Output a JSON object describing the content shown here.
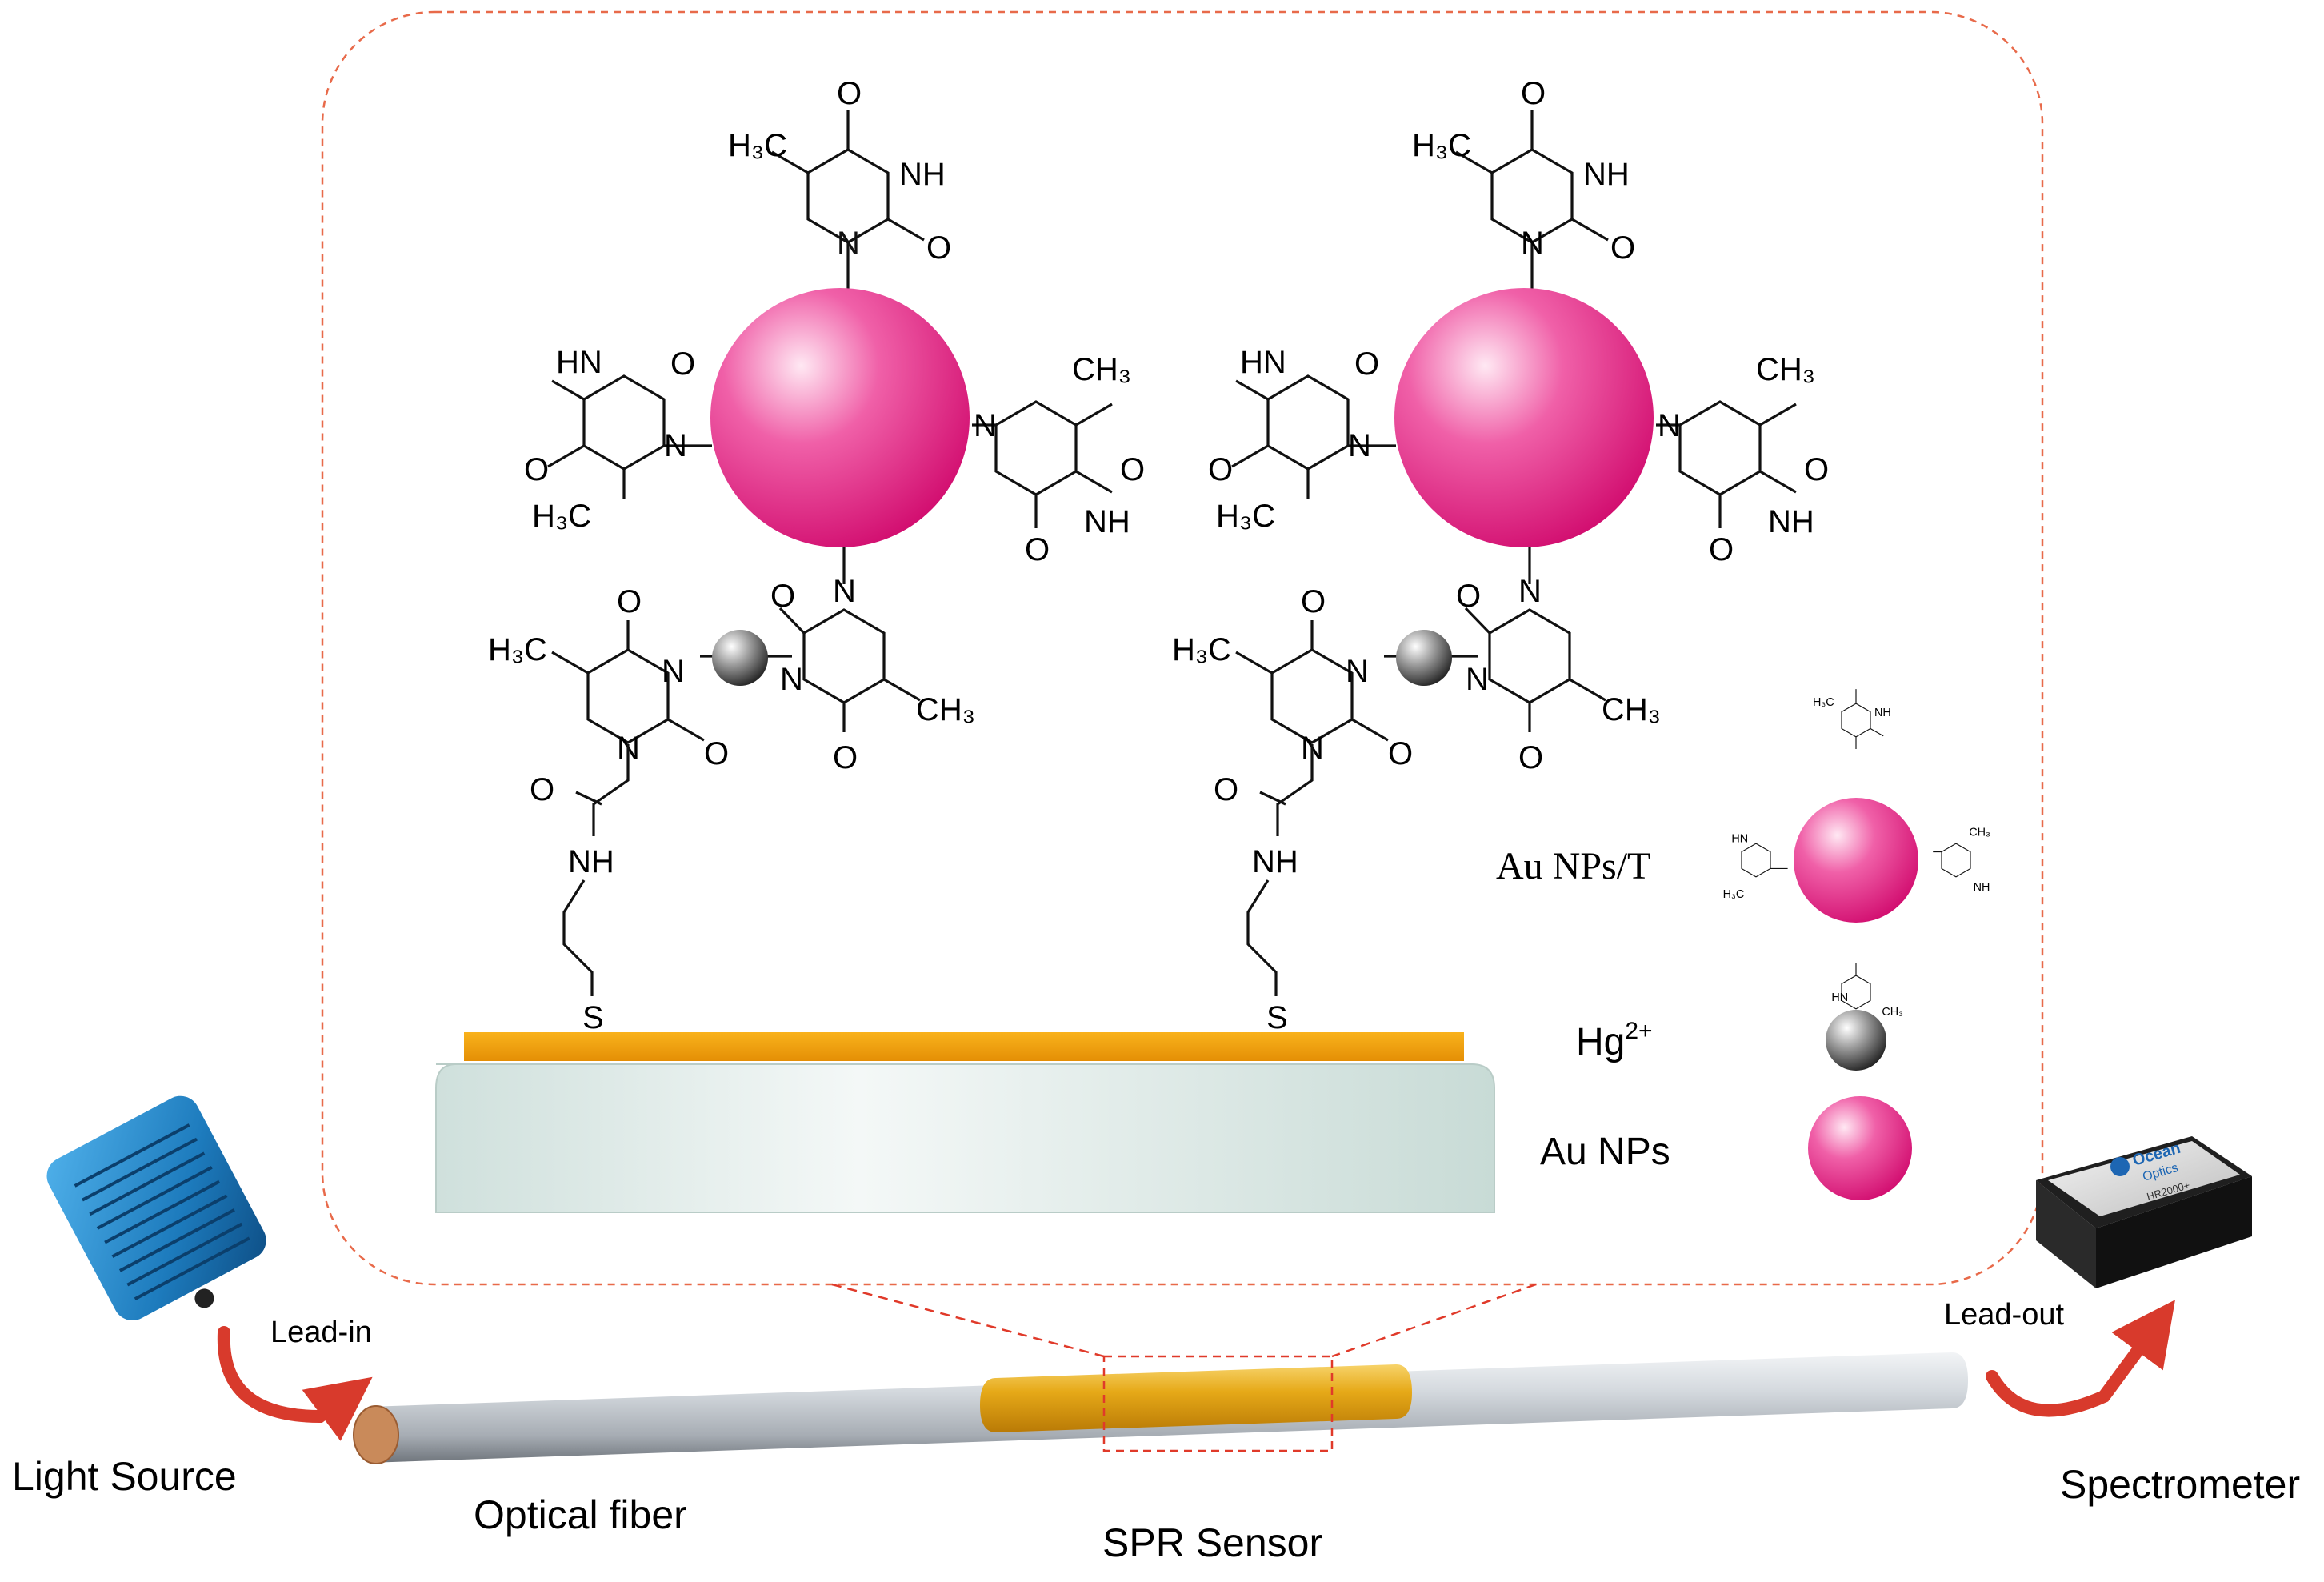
{
  "labels": {
    "light_source": "Light Source",
    "optical_fiber": "Optical fiber",
    "spr_sensor": "SPR Sensor",
    "spectrometer": "Spectrometer",
    "lead_in": "Lead-in",
    "lead_out": "Lead-out"
  },
  "legend": {
    "au_nps_t": "Au NPs/T",
    "hg2_base": "Hg",
    "hg2_sup": "2+",
    "au_nps": "Au NPs"
  },
  "chem": {
    "h3c": "H₃C",
    "ch3": "CH₃",
    "nh": "NH",
    "hn": "HN",
    "n": "N",
    "o": "O",
    "s": "S"
  },
  "spectrometer_device": {
    "brand_line1": "Ocean",
    "brand_line2": "Optics",
    "model": "HR2000+"
  },
  "colors": {
    "au_np": "#e8157f",
    "hg_ion": "#555555",
    "gold_film": "#f2a30f",
    "fiber_core": "#c27a4a",
    "sensor_band": "#e0a514",
    "arrow": "#d83a2c",
    "dashed_outline": "#e86a4a",
    "light_source_body": "#1d7bbd",
    "spectrometer_body": "#222222"
  }
}
